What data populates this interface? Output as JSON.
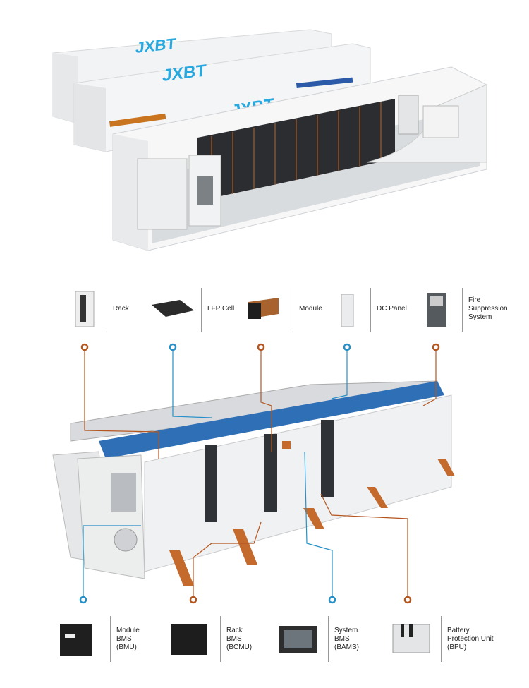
{
  "logo_text": "JXBT",
  "colors": {
    "orange": "#b4561f",
    "blue": "#2590c8",
    "panel_blue": "#2f6db3"
  },
  "top_components": [
    {
      "label": "Rack",
      "icon": "rack-icon",
      "marker": "orange"
    },
    {
      "label": "LFP Cell",
      "icon": "lfp-cell-icon",
      "marker": "blue"
    },
    {
      "label": "Module",
      "icon": "module-icon",
      "marker": "orange"
    },
    {
      "label": "DC Panel",
      "icon": "dc-panel-icon",
      "marker": "blue"
    },
    {
      "label": "Fire Suppression System",
      "lines": [
        "Fire",
        "Suppression",
        "System"
      ],
      "icon": "fire-suppression-icon",
      "marker": "orange"
    }
  ],
  "bottom_components": [
    {
      "lines": [
        "Module",
        "BMS",
        "(BMU)"
      ],
      "icon": "bmu-icon",
      "marker": "blue"
    },
    {
      "lines": [
        "Rack",
        "BMS",
        "(BCMU)"
      ],
      "icon": "bcmu-icon",
      "marker": "orange"
    },
    {
      "lines": [
        "System",
        "BMS",
        "(BAMS)"
      ],
      "icon": "bams-icon",
      "marker": "blue"
    },
    {
      "lines": [
        "Battery",
        "Protection Unit",
        "(BPU)"
      ],
      "icon": "bpu-icon",
      "marker": "orange"
    }
  ]
}
